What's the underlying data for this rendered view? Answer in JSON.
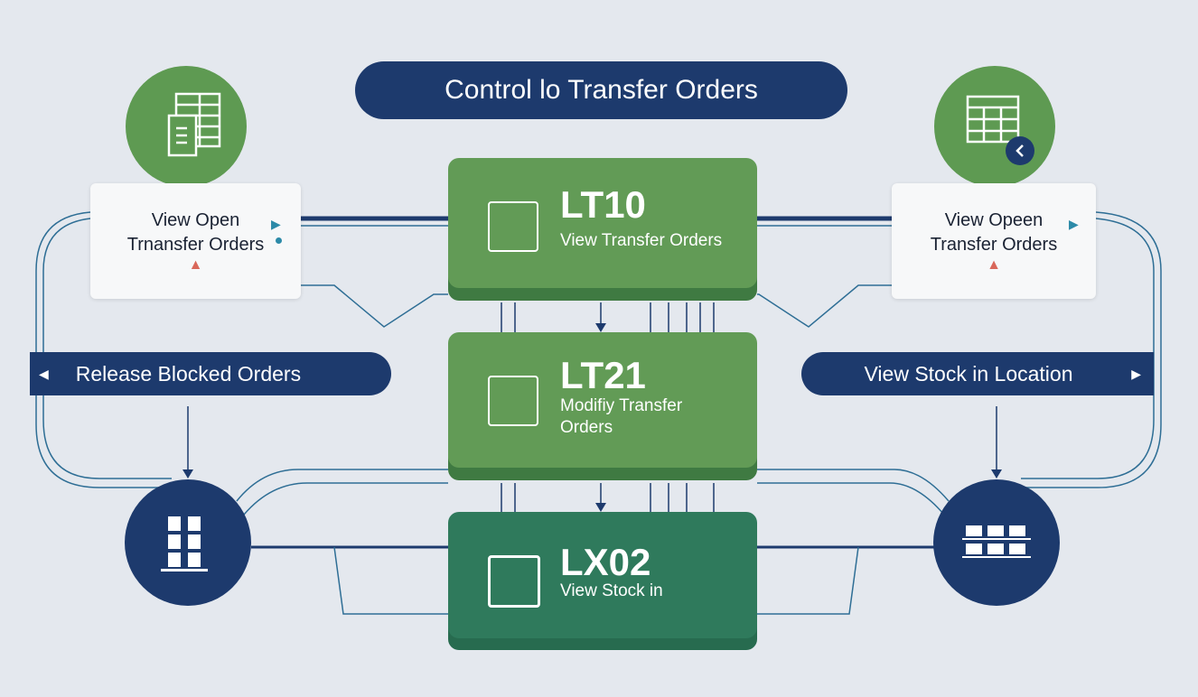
{
  "title": "Control lo Transfer Orders",
  "left_card": {
    "line1": "View Open",
    "line2": "Trnansfer Orders"
  },
  "right_card": {
    "line1": "View Opeen",
    "line2": "Transfer Orders"
  },
  "left_pill": {
    "label": "Release Blocked Orders",
    "arrow": "◀"
  },
  "right_pill": {
    "label": "View Stock in Location",
    "arrow": "▶"
  },
  "boxes": [
    {
      "code": "LT10",
      "desc": "View Transfer Orders"
    },
    {
      "code": "LT21",
      "desc": "Modifiy Transfer Orders"
    },
    {
      "code": "LX02",
      "desc": "View Stock in"
    }
  ],
  "colors": {
    "navy": "#1d3a6d",
    "green": "#5e9a52",
    "teal_green": "#2f7a5c",
    "bg": "#e4e8ee"
  }
}
